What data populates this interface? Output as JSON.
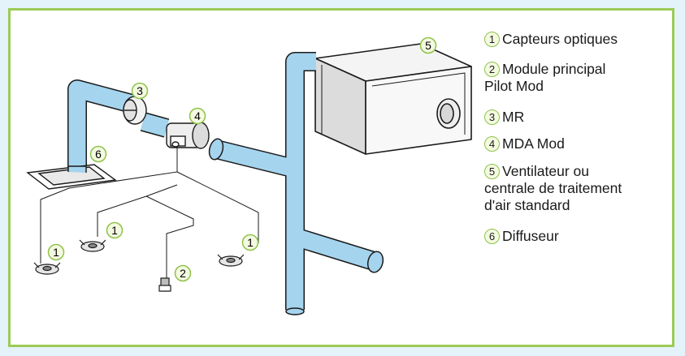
{
  "diagram": {
    "callouts": {
      "sensor_a": "1",
      "sensor_b": "1",
      "sensor_c": "1",
      "pilot_module": "2",
      "mr": "3",
      "mda": "4",
      "fan_unit": "5",
      "diffuser": "6"
    }
  },
  "legend": {
    "items": [
      {
        "number": "1",
        "label": "Capteurs optiques"
      },
      {
        "number": "2",
        "label": "Module principal\nPilot Mod"
      },
      {
        "number": "3",
        "label": "MR"
      },
      {
        "number": "4",
        "label": "MDA Mod"
      },
      {
        "number": "5",
        "label": "Ventilateur ou\ncentrale de traitement\nd'air standard"
      },
      {
        "number": "6",
        "label": "Diffuseur"
      }
    ]
  },
  "colors": {
    "duct_fill": "#a5d4ee",
    "outline": "#1a1a1a",
    "border": "#9ccb55",
    "callout_fill": "#f3fae0",
    "background": "#e4f2f9"
  }
}
